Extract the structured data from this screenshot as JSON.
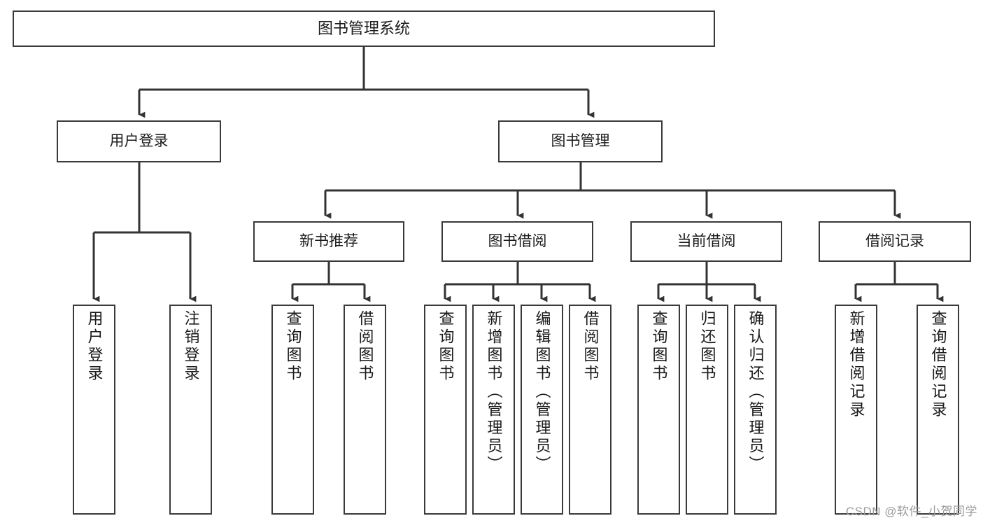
{
  "diagram": {
    "type": "tree-hierarchy",
    "title": "图书管理系统",
    "orientation": "top-down",
    "colors": {
      "box_border": "#3a3a3a",
      "box_fill": "#ffffff",
      "connector": "#333333",
      "text": "#1a1a1a",
      "watermark": "#9b9b9b"
    },
    "nodes": {
      "root": {
        "label": "图书管理系统",
        "level": 0
      },
      "user_login": {
        "label": "用户登录",
        "level": 1
      },
      "book_manage": {
        "label": "图书管理",
        "level": 1
      },
      "new_book_rec": {
        "label": "新书推荐",
        "level": 2
      },
      "book_borrow": {
        "label": "图书借阅",
        "level": 2
      },
      "current_borrow": {
        "label": "当前借阅",
        "level": 2
      },
      "borrow_record": {
        "label": "借阅记录",
        "level": 2
      },
      "leaf_user_login": {
        "label": "用户登录",
        "level": 3
      },
      "leaf_logout": {
        "label": "注销登录",
        "level": 3
      },
      "leaf_query_book_1": {
        "label": "查询图书",
        "level": 3
      },
      "leaf_borrow_book_1": {
        "label": "借阅图书",
        "level": 3
      },
      "leaf_query_book_2": {
        "label": "查询图书",
        "level": 3
      },
      "leaf_add_book": {
        "label": "新增图书（管理员）",
        "level": 3
      },
      "leaf_edit_book": {
        "label": "编辑图书（管理员）",
        "level": 3
      },
      "leaf_borrow_book_2": {
        "label": "借阅图书",
        "level": 3
      },
      "leaf_query_book_3": {
        "label": "查询图书",
        "level": 3
      },
      "leaf_return_book": {
        "label": "归还图书",
        "level": 3
      },
      "leaf_confirm_return": {
        "label": "确认归还（管理员）",
        "level": 3
      },
      "leaf_add_record": {
        "label": "新增借阅记录",
        "level": 3
      },
      "leaf_query_record": {
        "label": "查询借阅记录",
        "level": 3
      }
    },
    "edges": [
      {
        "from": "root",
        "to": "user_login"
      },
      {
        "from": "root",
        "to": "book_manage"
      },
      {
        "from": "user_login",
        "to": "leaf_user_login"
      },
      {
        "from": "user_login",
        "to": "leaf_logout"
      },
      {
        "from": "book_manage",
        "to": "new_book_rec"
      },
      {
        "from": "book_manage",
        "to": "book_borrow"
      },
      {
        "from": "book_manage",
        "to": "current_borrow"
      },
      {
        "from": "book_manage",
        "to": "borrow_record"
      },
      {
        "from": "new_book_rec",
        "to": "leaf_query_book_1"
      },
      {
        "from": "new_book_rec",
        "to": "leaf_borrow_book_1"
      },
      {
        "from": "book_borrow",
        "to": "leaf_query_book_2"
      },
      {
        "from": "book_borrow",
        "to": "leaf_add_book"
      },
      {
        "from": "book_borrow",
        "to": "leaf_edit_book"
      },
      {
        "from": "book_borrow",
        "to": "leaf_borrow_book_2"
      },
      {
        "from": "current_borrow",
        "to": "leaf_query_book_3"
      },
      {
        "from": "current_borrow",
        "to": "leaf_return_book"
      },
      {
        "from": "current_borrow",
        "to": "leaf_confirm_return"
      },
      {
        "from": "borrow_record",
        "to": "leaf_add_record"
      },
      {
        "from": "borrow_record",
        "to": "leaf_query_record"
      }
    ]
  },
  "watermark": {
    "text": "CSDN @软件_小贺同学"
  }
}
